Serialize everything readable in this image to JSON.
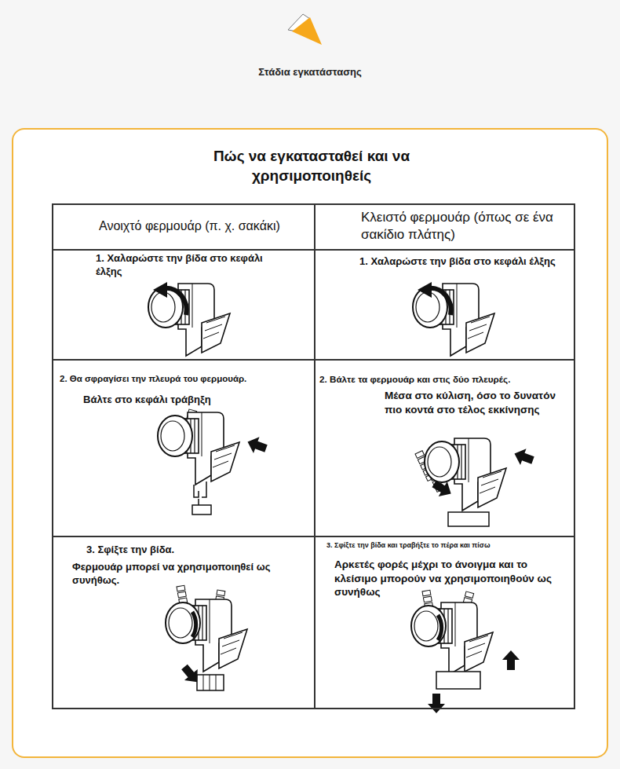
{
  "diagram": {
    "title": "Στάδια εγκατάστασης",
    "nodes": [
      {
        "text": [
          "Πώς να εγκατασταθεί και να χρησιμοποιηθείς"
        ]
      },
      {
        "text": [
          "Ανοιχτό φερμουάρ (π. χ. σακάκι)"
        ],
        "in": 0
      },
      {
        "text": [
          "Κλειστό φερμουάρ (όπως σε ένα σακίδιο πλάτης)"
        ],
        "in": 0
      },
      {
        "text": [
          "1. Χαλαρώστε την βίδα στο κεφάλι έλξης"
        ],
        "in": 0
      },
      {
        "text": [
          "1. Χαλαρώστε την βίδα στο κεφάλι έλξης"
        ],
        "in": 0
      },
      {
        "text": [
          "2. Θα σφραγίσει την πλευρά του φερμουάρ.",
          "Βάλτε στο κεφάλι τράβηξη"
        ],
        "in": 0
      },
      {
        "text": [
          "2. Βάλτε τα φερμουάρ και στις δύο πλευρές.",
          "Μέσα στο κύλιση, όσο το δυνατόν πιο κοντά στο τέλος εκκίνησης"
        ],
        "in": 0
      },
      {
        "text": [
          "3. Σφίξτε την βίδα.",
          "Φερμουάρ μπορεί να χρησιμοποιηθεί ως συνήθως."
        ],
        "in": 0
      },
      {
        "text": [
          "3. Σφίξτε την βίδα και τραβήξτε το πέρα και πίσω",
          "Αρκετές φορές μέχρι το άνοιγμα και το κλείσιμο μπορούν να χρησιμοποιηθούν ως συνήθως"
        ],
        "in": 0
      }
    ]
  }
}
